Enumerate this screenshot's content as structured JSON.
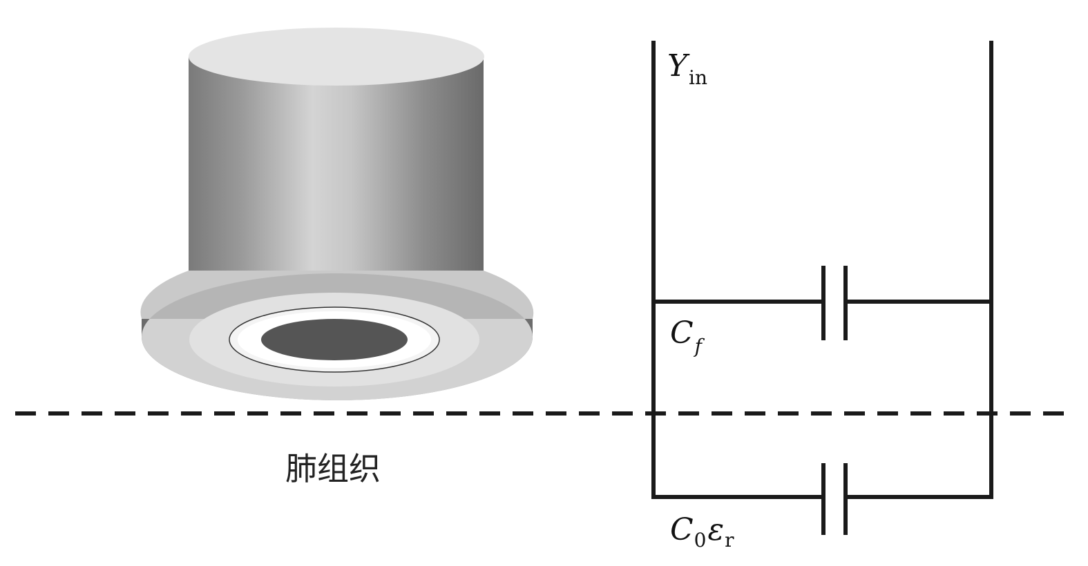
{
  "diagram": {
    "tissue_label": "肺组织",
    "admittance": {
      "symbol": "Y",
      "subscript": "in"
    },
    "fringe_capacitor": {
      "symbol": "C",
      "subscript": "f"
    },
    "sample_capacitor": {
      "symbol": "C",
      "subscript": "0",
      "symbol2": "ε",
      "subscript2": "r"
    }
  },
  "colors": {
    "line": "#1a1a1a",
    "probe_body_dark": "#6e6e6e",
    "probe_body_light": "#c8c8c8",
    "flange_top": "#d2d2d2",
    "ring_light": "#eeeeee",
    "center_conductor": "#555555"
  }
}
